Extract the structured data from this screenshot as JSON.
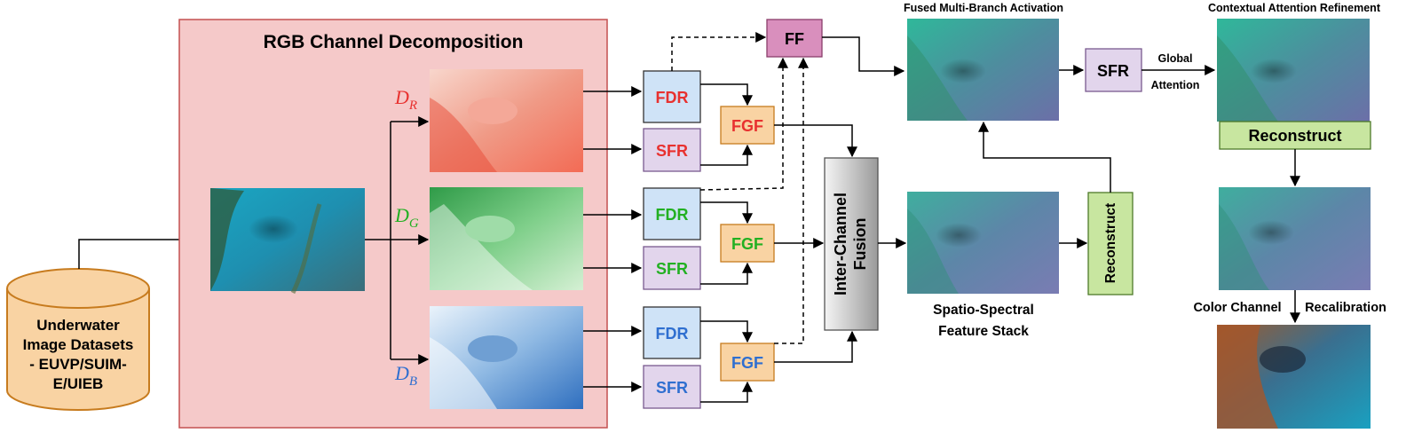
{
  "colors": {
    "red": "#e8312f",
    "green": "#22b022",
    "blue": "#2f6fd0",
    "decomp_panel_fill": "#f5c9c9",
    "decomp_panel_stroke": "#c45050",
    "fdr_fill": "#cfe3f7",
    "sfr_fill": "#e2d5ec",
    "fgf_fill": "#f9d3a3",
    "ff_fill": "#d98fbd",
    "reconstruct_fill": "#c8e6a0"
  },
  "dataset": {
    "lines": [
      "Underwater",
      "Image Datasets",
      "- EUVP/SUIM-",
      "E/UIEB"
    ]
  },
  "decomposition": {
    "title": "RGB Channel Decomposition",
    "labels": {
      "r": {
        "base": "D",
        "sub": "R"
      },
      "g": {
        "base": "D",
        "sub": "G"
      },
      "b": {
        "base": "D",
        "sub": "B"
      }
    }
  },
  "branches": {
    "fdr": "FDR",
    "sfr": "SFR",
    "fgf": "FGF"
  },
  "ff": "FF",
  "inter_channel_fusion": [
    "Inter-Channel",
    "Fusion"
  ],
  "spatio_spectral": [
    "Spatio-Spectral",
    "Feature Stack"
  ],
  "reconstruct_vertical": "Reconstruct",
  "fused_multi_branch": "Fused Multi-Branch Activation",
  "sfr_global": "SFR",
  "global_attention": [
    "Global",
    "Attention"
  ],
  "contextual_attention": "Contextual Attention Refinement",
  "reconstruct_horizontal": "Reconstruct",
  "color_channel": "Color Channel",
  "recalibration": "Recalibration"
}
